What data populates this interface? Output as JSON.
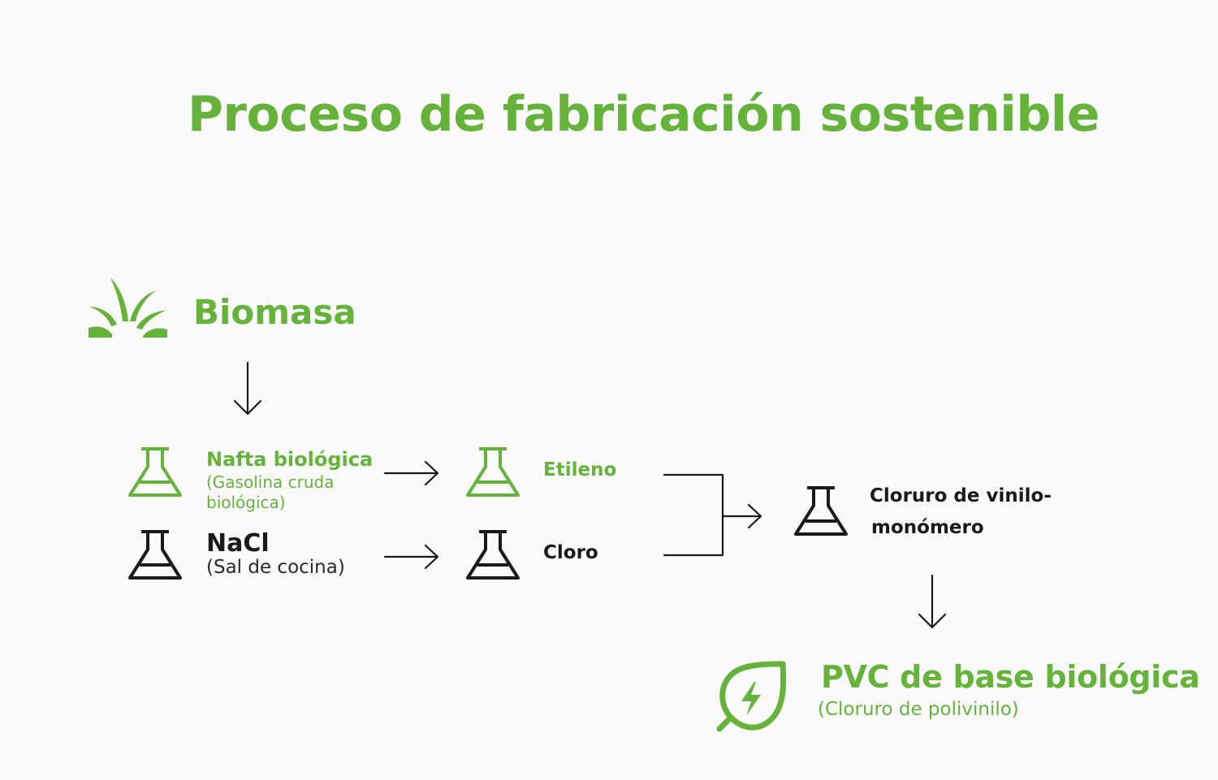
{
  "title": "Proceso de fabricación sostenible",
  "colors": {
    "accent": "#65b33b",
    "dark": "#1a1a1a",
    "background": "#fafafa"
  },
  "nodes": {
    "biomasa": {
      "label": "Biomasa",
      "icon": "grass-icon"
    },
    "nafta": {
      "label": "Nafta biológica",
      "sublabel": "(Gasolina cruda biológica)",
      "icon": "flask-icon"
    },
    "nacl": {
      "label": "NaCl",
      "sublabel": "(Sal de cocina)",
      "icon": "flask-icon"
    },
    "etileno": {
      "label": "Etileno",
      "icon": "flask-icon"
    },
    "cloro": {
      "label": "Cloro",
      "icon": "flask-icon"
    },
    "vinilo": {
      "label_line1": "Cloruro de vinilo-",
      "label_line2": "monómero",
      "icon": "flask-icon"
    },
    "pvc": {
      "label": "PVC de base biológica",
      "sublabel": "(Cloruro de polivinilo)",
      "icon": "eco-leaf-icon"
    }
  }
}
